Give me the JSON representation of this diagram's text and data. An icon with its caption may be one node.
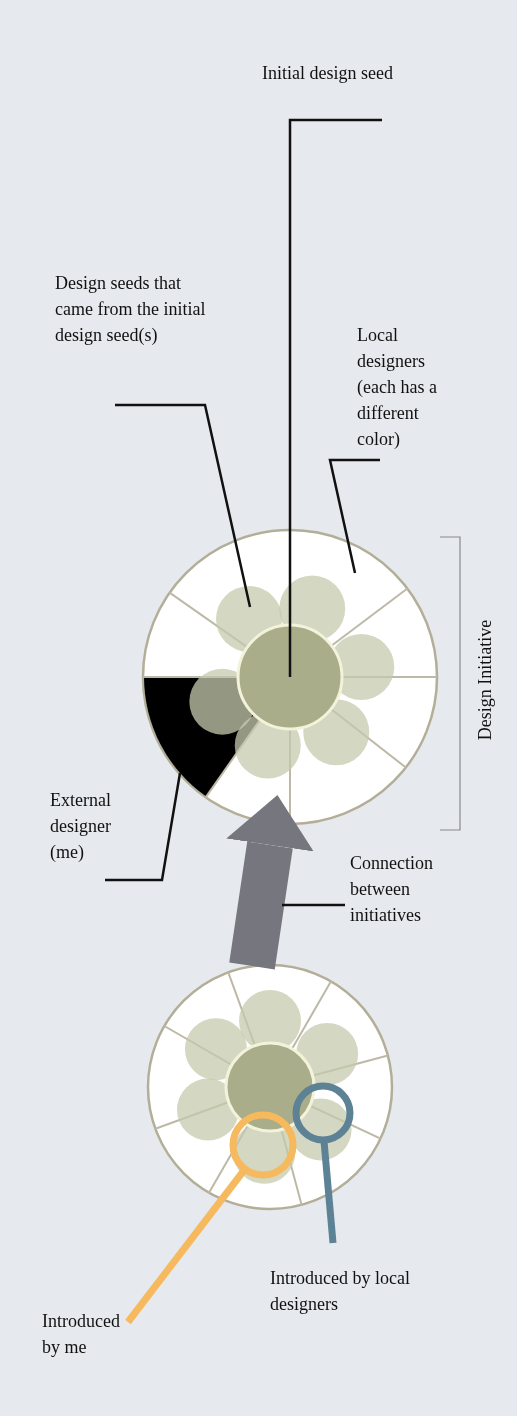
{
  "diagram": {
    "nodes": [
      {
        "text": [
          "Initial design seed"
        ]
      },
      {
        "text": [
          "Design seeds that came from the initial design seed(s)"
        ]
      },
      {
        "text": [
          "Local designers (each has a different color)"
        ]
      },
      {
        "text": [
          "External designer (me)"
        ]
      },
      {
        "text": [],
        "shape": "circle"
      },
      {
        "text": [],
        "shape": "circle",
        "in": 4
      },
      {
        "text": [],
        "shape": "circle",
        "in": 4
      },
      {
        "text": [
          "Connection between initiatives"
        ]
      },
      {
        "text": [],
        "shape": "circle"
      },
      {
        "text": [],
        "shape": "circle",
        "in": 8
      },
      {
        "text": [],
        "shape": "circle",
        "in": 8
      },
      {
        "text": [
          "Introduced by local designers"
        ]
      },
      {
        "text": [
          "Introduced by me"
        ]
      }
    ],
    "edges": [
      {
        "from": 0,
        "to": 5,
        "arrow": "none"
      },
      {
        "from": 1,
        "to": 6,
        "arrow": "none"
      },
      {
        "from": 2,
        "to": 4,
        "arrow": "none"
      },
      {
        "from": 3,
        "to": 4,
        "arrow": "none"
      },
      {
        "from": 8,
        "to": 4,
        "arrow": "to",
        "style": "thick",
        "color": "#76767e"
      },
      {
        "from": 7,
        "to": null,
        "arrow": "none"
      },
      {
        "from": 11,
        "to": 9,
        "arrow": "none",
        "style": "thick",
        "color": "#5d8296"
      },
      {
        "from": 12,
        "to": 10,
        "arrow": "none",
        "style": "thick",
        "color": "#f6b95e"
      }
    ],
    "labels": [
      "Design Initiative"
    ]
  }
}
